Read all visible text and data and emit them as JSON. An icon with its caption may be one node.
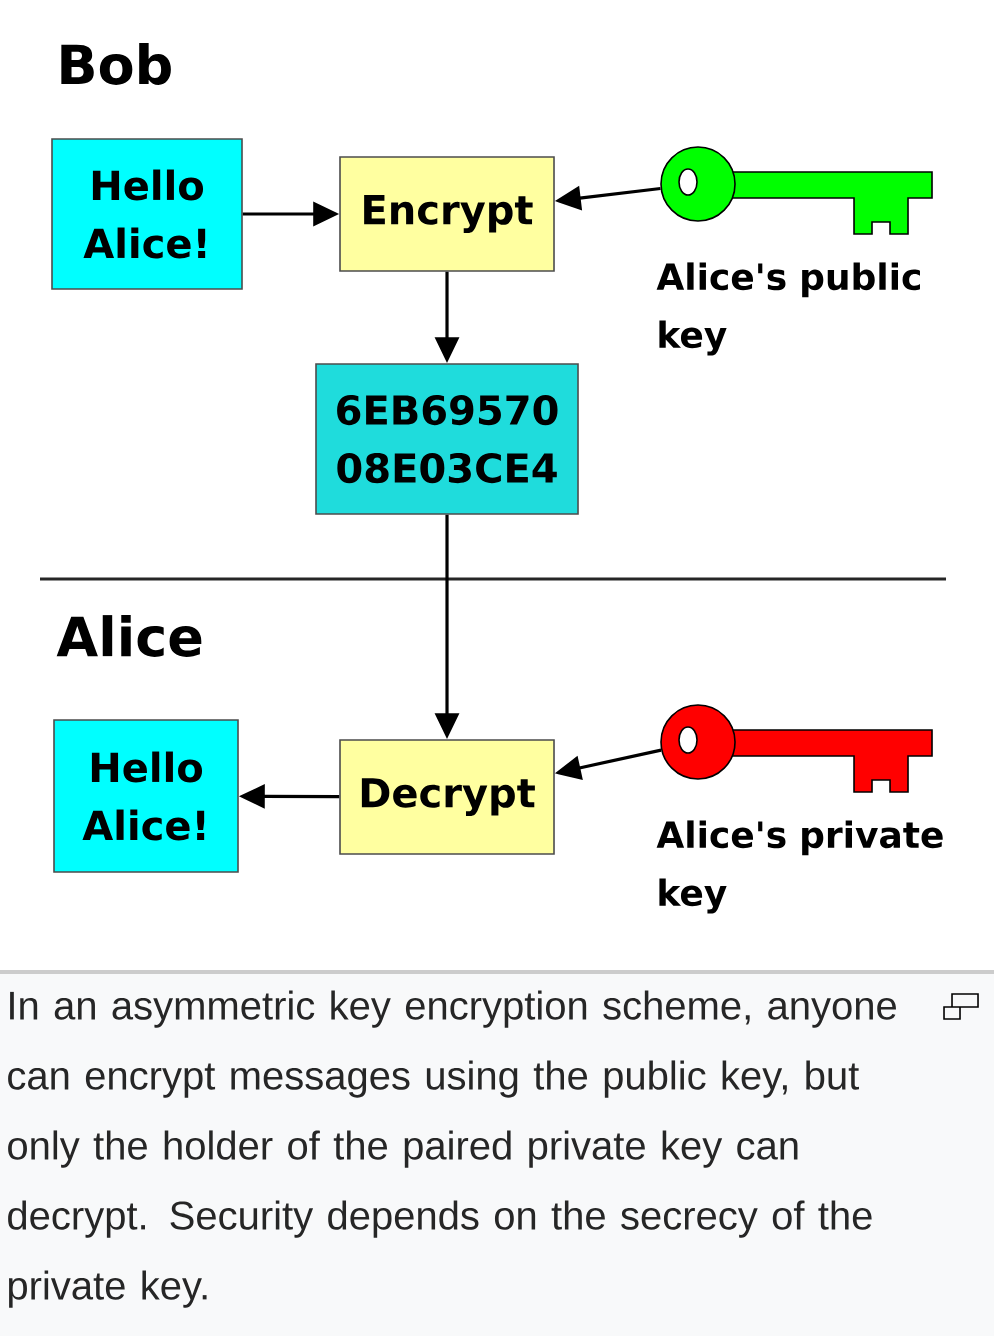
{
  "diagram": {
    "caption": "In an asymmetric key encryption scheme, anyone can encrypt messages using the public key, but only the holder of the paired private key can decrypt. Security depends on the secrecy of the private key.",
    "nodes": [
      {
        "text": [
          "Hello Alice!"
        ]
      },
      {
        "text": [
          "Encrypt"
        ]
      },
      {
        "text": [],
        "shape": "key",
        "beside": [
          "Alice's public key"
        ]
      },
      {
        "text": [
          "6EB69570 08E03CE4"
        ]
      },
      {
        "text": [
          "Hello Alice!"
        ]
      },
      {
        "text": [
          "Decrypt"
        ]
      },
      {
        "text": [],
        "shape": "key",
        "beside": [
          "Alice's private key"
        ]
      }
    ],
    "edges": [
      {
        "from": 0,
        "to": 1,
        "arrow": "to"
      },
      {
        "from": 2,
        "to": 1,
        "arrow": "to"
      },
      {
        "from": 1,
        "to": 3,
        "arrow": "to"
      },
      {
        "from": 3,
        "to": 5,
        "arrow": "to"
      },
      {
        "from": 5,
        "to": 4,
        "arrow": "to"
      },
      {
        "from": 6,
        "to": 5,
        "arrow": "to"
      }
    ],
    "labels": [
      "Bob",
      "Alice"
    ]
  }
}
